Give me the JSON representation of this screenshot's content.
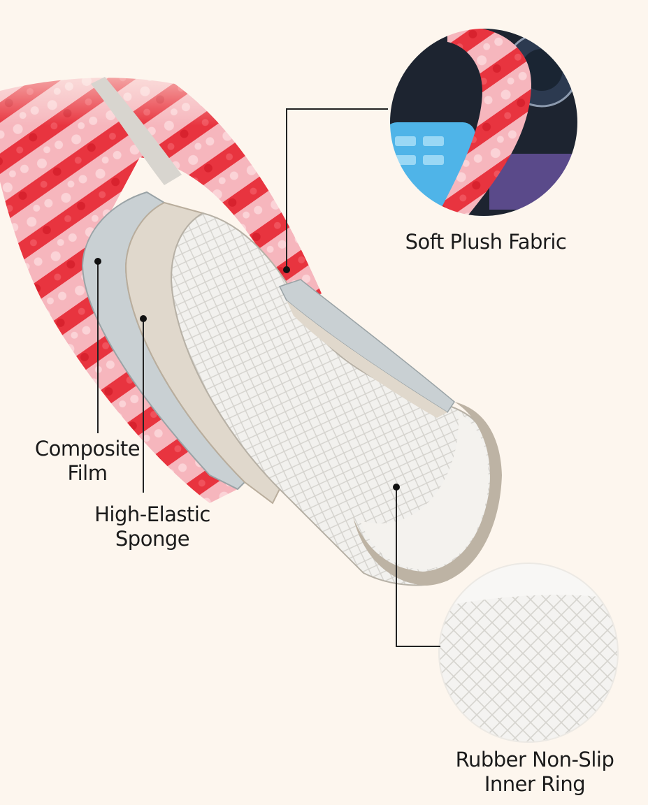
{
  "labels": {
    "soft_plush": {
      "lines": [
        "Soft Plush Fabric"
      ]
    },
    "composite_film": {
      "lines": [
        "Composite",
        "Film"
      ]
    },
    "sponge": {
      "lines": [
        "High-Elastic",
        "Sponge"
      ]
    },
    "rubber_ring": {
      "lines": [
        "Rubber Non-Slip",
        "Inner Ring"
      ]
    }
  },
  "colors": {
    "background": "#fdf6ee",
    "plush_red": "#e8343f",
    "plush_pink": "#f6b6bd",
    "rubber": "#ebe9e5",
    "sponge": "#e0d8cc",
    "film": "#c9d0d3",
    "dashboard_blue": "#4fb4e8"
  }
}
